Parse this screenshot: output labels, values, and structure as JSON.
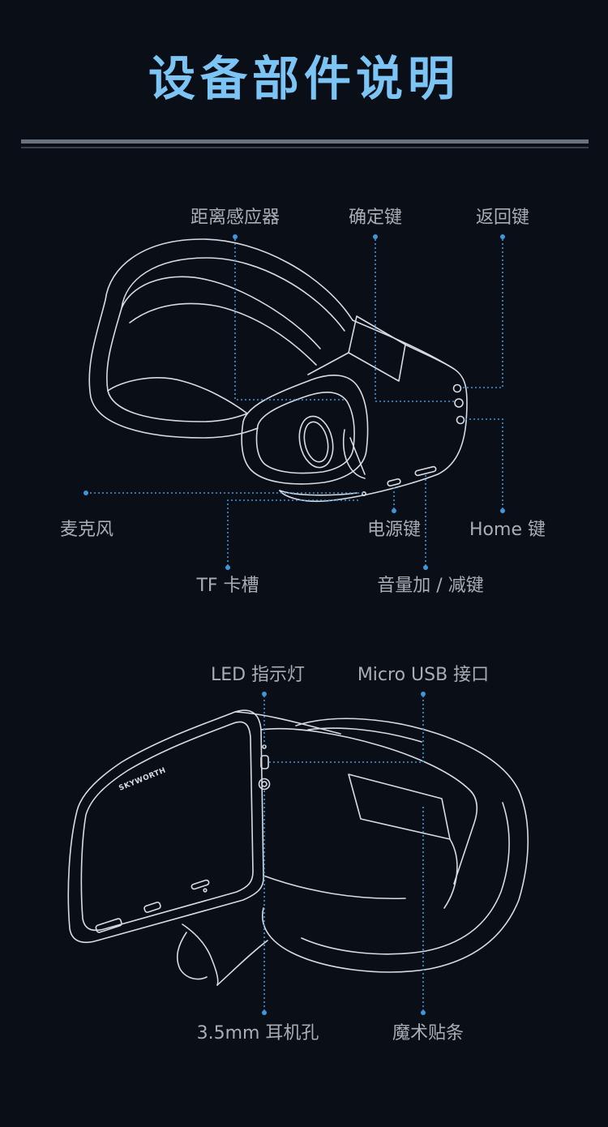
{
  "title": "设备部件说明",
  "brand_logo": "SKYWORTH",
  "colors": {
    "background": "#0a0e17",
    "title": "#7cc4f4",
    "callout": "#3f96db",
    "outline": "#d8dce2",
    "label": "#a9adb4"
  },
  "labels": {
    "distance_sensor": "距离感应器",
    "confirm_key": "确定键",
    "back_key": "返回键",
    "microphone": "麦克风",
    "power_key": "电源键",
    "home_key": "Home 键",
    "tf_slot": "TF 卡槽",
    "volume_keys": "音量加 / 减键",
    "led_indicator": "LED 指示灯",
    "micro_usb": "Micro USB 接口",
    "headphone_jack": "3.5mm 耳机孔",
    "velcro": "魔术贴条"
  }
}
